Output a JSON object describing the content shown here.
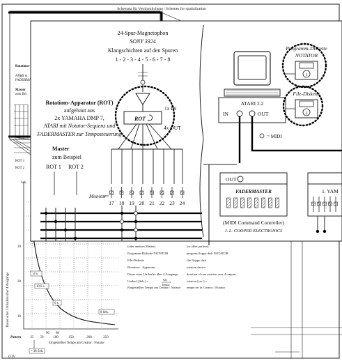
{
  "background_page": {
    "header": "Schemata für Verräumlichung | Schemes for spatialization",
    "fragments": [
      "Rotations-",
      "Master",
      "zum Bei",
      "ATARI m",
      "FADERMASTER",
      "ROT 1",
      "ROT 2"
    ],
    "graph": {
      "y_axis_label": "Dauer einer Umlaufes über 4 Ausgänge",
      "y_unit": "Sek.",
      "y_ticks": [
        "10",
        "20",
        "30"
      ],
      "x_row_label": "Pattern",
      "x_ticks": [
        "25",
        "50",
        "100",
        "150",
        "200",
        "250"
      ],
      "x_axis_label": "Eingestelltes Tempo am Creator / Notator",
      "markers": [
        "14 s.",
        "10,6 s.",
        "6 s.",
        "8 Sek.",
        "96",
        "98",
        "= 38 Sek."
      ]
    },
    "legend_left": [
      "(oder anderes Master)",
      "Programm-Diskette NOTATOR",
      "File-Diskette",
      "Rotations - Apparatur",
      "Dauer einer Umlaufes über 4 Ausgänge",
      "Umlauf (Sek.) =",
      "Eingestelltes Tempo am Creator / Notator"
    ],
    "legend_right": [
      "(or other pattern)",
      "program floppy disk NOTATOR",
      "file floppy disk",
      "rotation device",
      "duration of one rotation over 4 outputs",
      "rotation [sec.] =",
      "tempo set in Creator / Notator"
    ],
    "formula": {
      "numerator": "921",
      "denominator": "Tempo"
    },
    "page_number": "O IV"
  },
  "diagram": {
    "tape": {
      "line1": "24-Spur-Magnetophon",
      "line2": "SONY 3324",
      "line3": "Klangschichten auf den Spuren",
      "line4": "1 - 2 - 3 - 4 - 5 - 6 - 7 - 8"
    },
    "rotation": {
      "title": "Rotations-Apparatur (ROT)",
      "line2": "aufgebaut aus",
      "line3": "2x YAMAHA DMP 7,",
      "line4": "ATARI mit Notator-Sequenz und",
      "line5": "FADERMASTER zur Temposteuerung",
      "box_label": "ROT",
      "in_label": "1x IN",
      "out_label": "4x OUT"
    },
    "master": {
      "line1": "Master",
      "line2": "zum Beispiel",
      "rot1": "ROT 1",
      "rot2": "ROT 2"
    },
    "monitor_label": "Monitor",
    "channel_numbers": [
      "17",
      "18",
      "19",
      "20",
      "21",
      "22",
      "23",
      "24"
    ],
    "disks": {
      "program_title": "Programm-Diskette",
      "program_name": "NOTATOR",
      "program_number": "1",
      "file_title": "File-Diskette",
      "file_number": "2"
    },
    "atari": {
      "name": "ATARI 2.2",
      "in": "IN",
      "out": "OUT",
      "midi": "= MIDI"
    },
    "fadermaster": {
      "out": "OUT",
      "name": "FADERMASTER",
      "caption1": "(MIDI Command Controller)",
      "caption2": "J. L. COOPER ELECTRONICS"
    },
    "yamaha": {
      "label": "1. YAM"
    }
  }
}
